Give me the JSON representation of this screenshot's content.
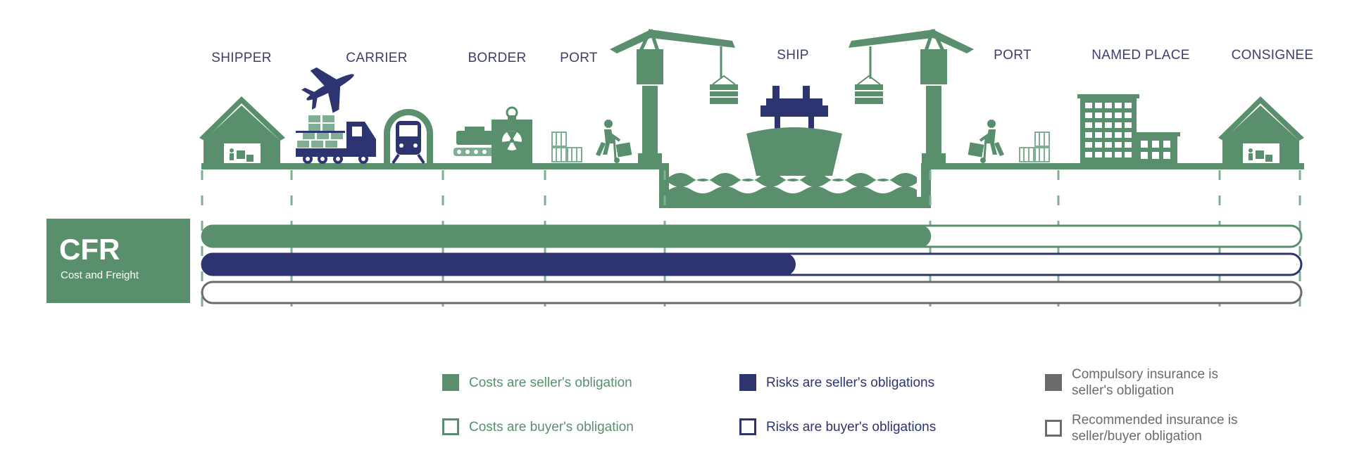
{
  "colors": {
    "green": "#5a8f6e",
    "navy": "#2e3470",
    "gray": "#6b6b6b",
    "label": "#3a3f6e"
  },
  "stages": [
    {
      "label": "SHIPPER"
    },
    {
      "label": "CARRIER"
    },
    {
      "label": "BORDER"
    },
    {
      "label": "PORT"
    },
    {
      "label": "SHIP"
    },
    {
      "label": "PORT"
    },
    {
      "label": "NAMED PLACE"
    },
    {
      "label": "CONSIGNEE"
    }
  ],
  "icons": [
    "warehouse-icon",
    "airplane-icon",
    "truck-icon",
    "train-icon",
    "customs-icon",
    "crane-icon",
    "cargo-ship-icon",
    "worker-with-trolley-icon",
    "office-building-icon",
    "warehouse-icon"
  ],
  "term": {
    "abbr": "CFR",
    "name": "Cost and Freight"
  },
  "bars": {
    "costs_seller_fraction": 0.663,
    "risks_seller_fraction": 0.54,
    "insurance_compulsory_fraction": 0.0
  },
  "legend": [
    {
      "text": "Costs are seller's obligation",
      "style": "filled",
      "color": "green"
    },
    {
      "text": "Costs are buyer's obligation",
      "style": "outline",
      "color": "green"
    },
    {
      "text": "Risks are seller's obligations",
      "style": "filled",
      "color": "navy"
    },
    {
      "text": "Risks are buyer's obligations",
      "style": "outline",
      "color": "navy"
    },
    {
      "text": "Compulsory insurance is seller's obligation",
      "style": "filled",
      "color": "gray"
    },
    {
      "text": "Recommended insurance is seller/buyer obligation",
      "style": "outline",
      "color": "gray"
    }
  ]
}
